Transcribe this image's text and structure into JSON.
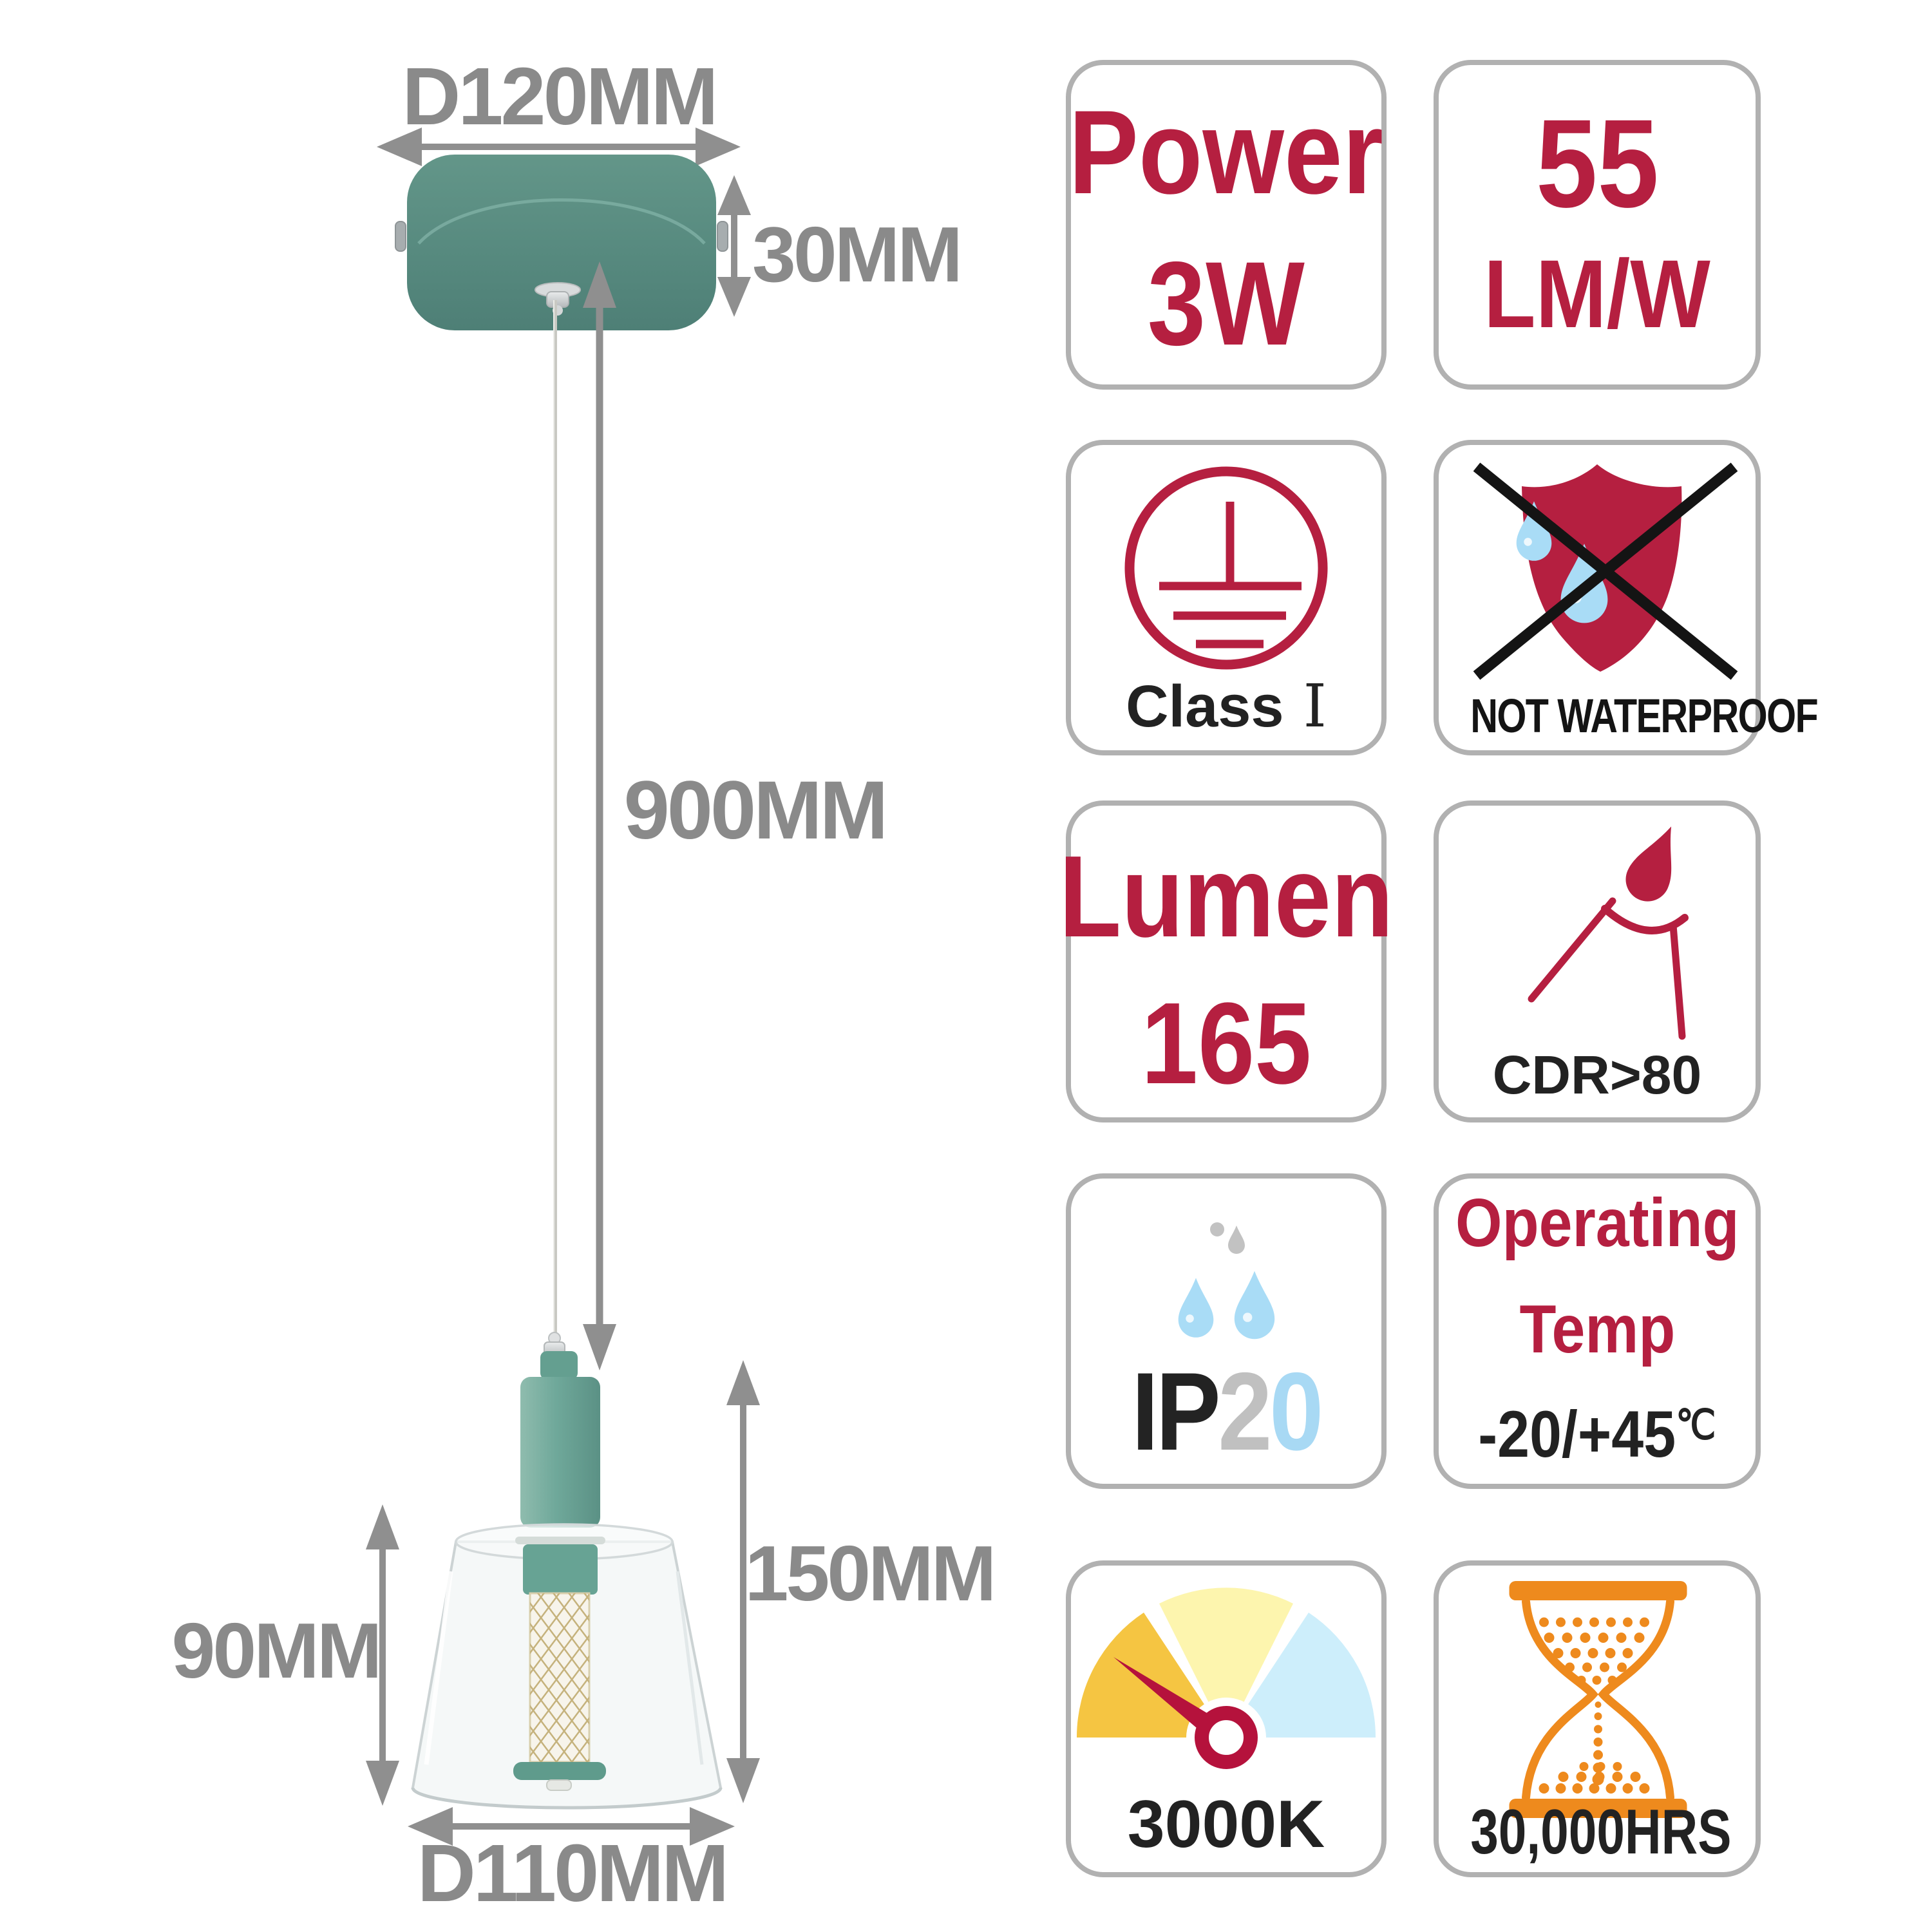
{
  "title": "Pendant lamp dimension diagram and specification badges",
  "diagram": {
    "canopy_diameter": "D120MM",
    "canopy_height": "30MM",
    "drop_length": "900MM",
    "shade_height": "90MM",
    "fixture_height": "150MM",
    "shade_diameter": "D110MM"
  },
  "cards": {
    "power": {
      "label": "Power",
      "value": "3W"
    },
    "efficacy": {
      "value": "55",
      "unit": "LM/W"
    },
    "insulation": {
      "label": "Class",
      "numeral": "I"
    },
    "waterproof": {
      "label": "NOT WATERPROOF"
    },
    "lumen": {
      "label": "Lumen",
      "value": "165"
    },
    "cdr": {
      "label": "CDR>80"
    },
    "ip_rating": {
      "prefix": "IP",
      "digit1": "2",
      "digit2": "0"
    },
    "operating_temp": {
      "label1": "Operating",
      "label2": "Temp",
      "value": "-20/+45",
      "unit": "℃"
    },
    "color_temp": {
      "label": "3000K"
    },
    "lifespan": {
      "label": "30,000HRS"
    }
  },
  "colors": {
    "accent_red": "#b51f40",
    "teal": "#578a80",
    "teal_light": "#6fa89a",
    "dim_gray": "#8a8a8a",
    "card_border": "#b1b1b1",
    "orange": "#ee8a1d",
    "water_blue": "#a9dcf6",
    "gauge_yellow": "#f5c542",
    "gauge_pale": "#fdf5ae",
    "gauge_blue": "#cdeefb",
    "ip_gray": "#c0c0c0",
    "ip_blue": "#a8d9f4"
  }
}
